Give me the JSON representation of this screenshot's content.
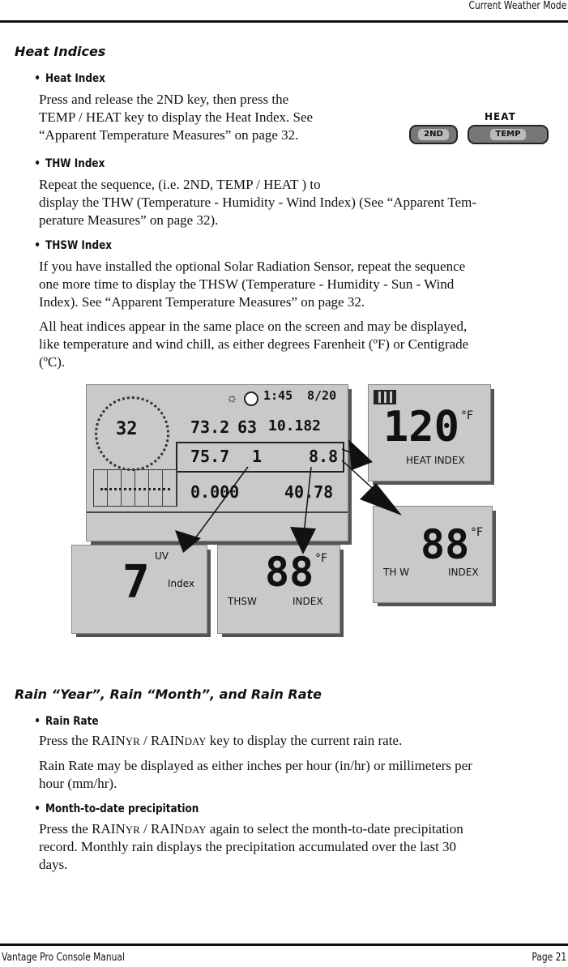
{
  "header": {
    "section": "Current Weather Mode"
  },
  "heat": {
    "title": "Heat Indices",
    "b1_title": "Heat Index",
    "b1_l1": "Press and release the 2ND key, then press the",
    "b1_l2": "TEMP / HEAT key to display the Heat Index. See",
    "b1_l3": "“Apparent Temperature Measures” on page 32.",
    "keys": {
      "second": "2ND",
      "heat": "HEAT",
      "temp": "TEMP"
    },
    "b2_title": "THW Index",
    "b2_l1": "Repeat the sequence, (i.e. 2ND, TEMP / HEAT ) to",
    "b2_l2": "display the THW (Temperature - Humidity - Wind Index) (See “Apparent Tem-",
    "b2_l3": "perature Measures” on page 32).",
    "b3_title": "THSW Index",
    "b3_l1": "If you have installed the optional Solar Radiation Sensor, repeat the sequence",
    "b3_l2": "one more time to display the THSW (Temperature - Humidity - Sun - Wind",
    "b3_l3": "Index). See “Apparent Temperature Measures” on page 32.",
    "p_l1": "All heat indices appear in the same place on the screen and may be displayed,",
    "p_l2": "like temperature and wind chill, as either degrees Farenheit (ºF) or Centigrade",
    "p_l3": "(ºC)."
  },
  "figure": {
    "console": {
      "wind": "32",
      "temp": "73.2",
      "hum": "63",
      "bar": "10.182",
      "thw": "75.7",
      "v2": "1",
      "v3": "8.8",
      "rain": "0.000",
      "v4": "40.78",
      "time": "1:45",
      "date": "8/20"
    },
    "heat_panel": {
      "value": "120",
      "unit": "°F",
      "label": "HEAT INDEX"
    },
    "thw_panel": {
      "value": "88",
      "unit": "°F",
      "label_a": "TH W",
      "label_b": "INDEX"
    },
    "uv_panel": {
      "value": "7",
      "label_a": "UV",
      "label_b": "Index"
    },
    "thsw_panel": {
      "value": "88",
      "unit": "°F",
      "label_a": "THSW",
      "label_b": "INDEX"
    }
  },
  "rain": {
    "title": "Rain “Year”, Rain “Month”, and Rain Rate",
    "b1_title": "Rain Rate",
    "b1_a": "Press the RAIN",
    "b1_b": "YR",
    "b1_c": " / RAIN",
    "b1_d": "DAY",
    "b1_e": " key to display the current rain rate.",
    "p_l1": "Rain Rate may be displayed as either inches per hour (in/hr) or millimeters per",
    "p_l2": "hour (mm/hr).",
    "b2_title": "Month-to-date precipitation",
    "b2_a": "Press the RAIN",
    "b2_b": "YR",
    "b2_c": " / RAIN",
    "b2_d": "DAY",
    "b2_e": " again to select the month-to-date precipitation",
    "b2_l2": "record. Monthly rain displays the precipitation accumulated over the last 30",
    "b2_l3": "days."
  },
  "footer": {
    "manual": "Vantage Pro Console Manual",
    "page": "Page 21"
  }
}
